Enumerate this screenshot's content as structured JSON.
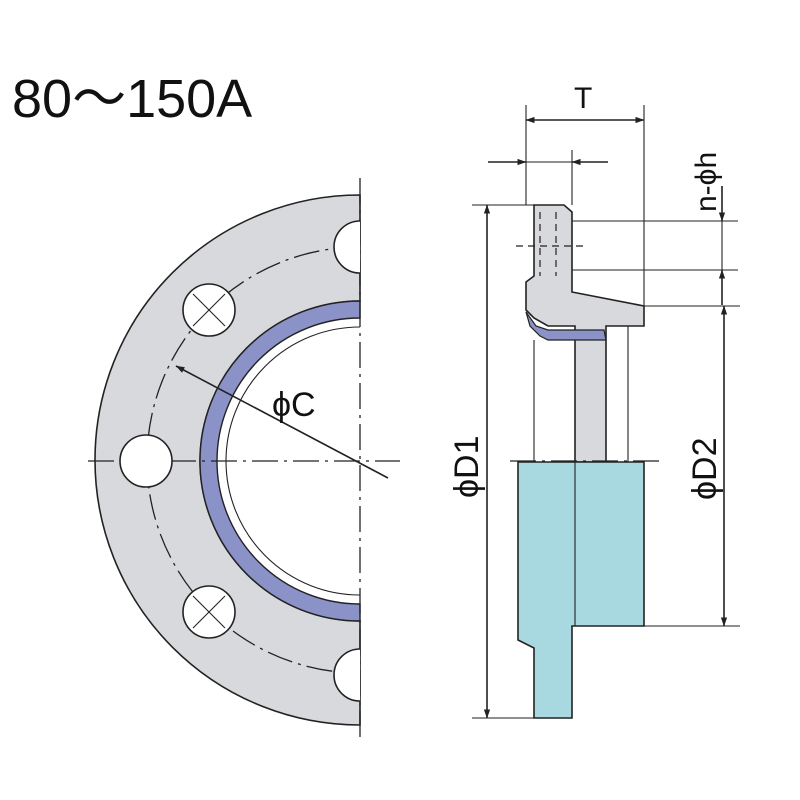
{
  "title": "80〜150A",
  "labels": {
    "phi_c": "ϕC",
    "phi_d1": "ϕD1",
    "phi_d2": "ϕD2",
    "t": "T",
    "n_phi_h": "n-ϕh"
  },
  "colors": {
    "flange_face": "#d8d9dc",
    "gasket_ring": "#8a92c8",
    "section_fill": "#a8d8e0",
    "outline": "#222222"
  }
}
